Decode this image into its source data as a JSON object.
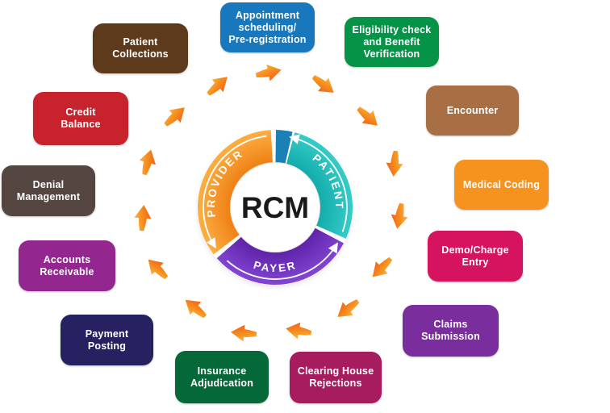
{
  "diagram": {
    "name": "Revenue Cycle Management cycle",
    "background": "#ffffff"
  },
  "center": {
    "label": "RCM",
    "label_color": "#1a1a1a",
    "segments": [
      {
        "id": "provider",
        "label": "PROVIDER",
        "color": "#F6941E",
        "color_inner": "#EE7D12",
        "color_outer": "#FBAF43"
      },
      {
        "id": "patient",
        "label": "PATIENT",
        "color": "#1EBFBC",
        "color_inner": "#10A9A9",
        "color_outer": "#36CDC8"
      },
      {
        "id": "payer",
        "label": "PAYER",
        "color": "#6C2EB9",
        "color_inner": "#5C21A6",
        "color_outer": "#8245D2"
      },
      {
        "id": "top-wedge",
        "label": "",
        "color": "#1B80B6",
        "color_inner": "#16749F",
        "color_outer": "#2590C4"
      }
    ],
    "flow_arrow_color": "#ffffff"
  },
  "stages": [
    {
      "label": [
        "Appointment",
        "scheduling/",
        "Pre-registration"
      ],
      "color": "#1878BE"
    },
    {
      "label": [
        "Eligibility check",
        "and Benefit",
        "Verification"
      ],
      "color": "#059347"
    },
    {
      "label": [
        "Encounter"
      ],
      "color": "#A96F44"
    },
    {
      "label": [
        "Medical Coding"
      ],
      "color": "#F6921E"
    },
    {
      "label": [
        "Demo/Charge",
        "Entry"
      ],
      "color": "#D5135E"
    },
    {
      "label": [
        "Claims",
        "Submission"
      ],
      "color": "#7A2E9E"
    },
    {
      "label": [
        "Clearing House",
        "Rejections"
      ],
      "color": "#A61C5E"
    },
    {
      "label": [
        "Insurance",
        "Adjudication"
      ],
      "color": "#056839"
    },
    {
      "label": [
        "Payment",
        "Posting"
      ],
      "color": "#262262"
    },
    {
      "label": [
        "Accounts",
        "Receivable"
      ],
      "color": "#93278F"
    },
    {
      "label": [
        "Denial",
        "Management"
      ],
      "color": "#564642"
    },
    {
      "label": [
        "Credit",
        "Balance"
      ],
      "color": "#C8232C"
    },
    {
      "label": [
        "Patient",
        "Collections"
      ],
      "color": "#5D3A1B"
    }
  ],
  "ring_arrows": {
    "color_light": "#FCC168",
    "color_mid": "#F7941E",
    "color_dark": "#F2671B"
  }
}
